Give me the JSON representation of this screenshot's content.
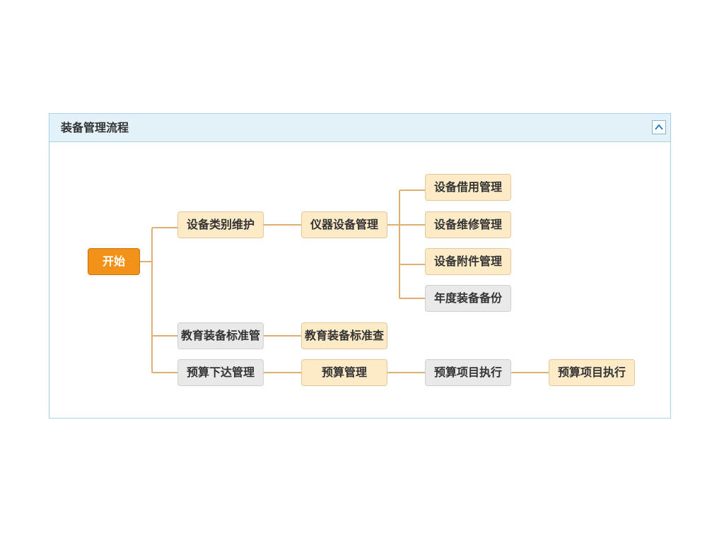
{
  "panel": {
    "title": "装备管理流程",
    "collapse_icon": "chevron-up-icon"
  },
  "colors": {
    "connector": "#e0b070",
    "node_fill": "#fdebc8",
    "node_border": "#e4c89a",
    "gray_fill": "#e9e9e9",
    "start_fill": "#f39218"
  },
  "flow": {
    "start": "开始",
    "equipment_category": "设备类别维护",
    "instrument_management": "仪器设备管理",
    "borrow_management": "设备借用管理",
    "repair_management": "设备维修管理",
    "accessory_management": "设备附件管理",
    "annual_backup": "年度装备备份",
    "edu_standard_manage": "教育装备标准管",
    "edu_standard_query": "教育装备标准查",
    "budget_issue": "预算下达管理",
    "budget_management": "预算管理",
    "budget_execution_1": "预算项目执行",
    "budget_execution_2": "预算项目执行"
  }
}
